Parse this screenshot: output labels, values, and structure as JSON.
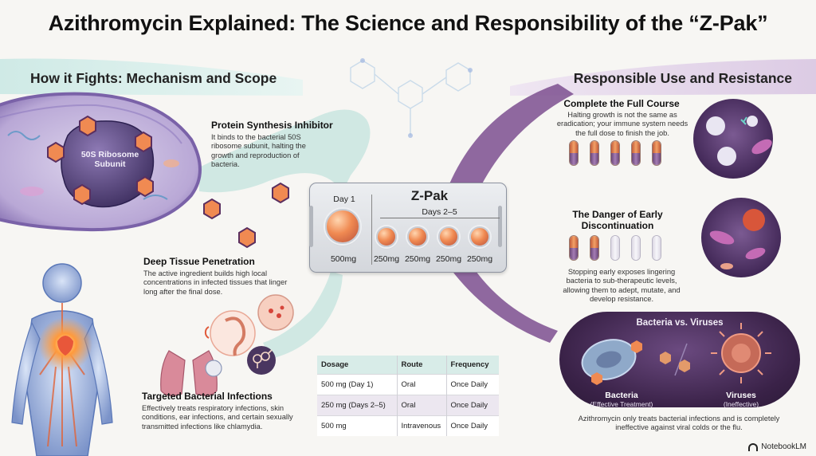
{
  "title": "Azithromycin Explained: The Science and Responsibility of the “Z-Pak”",
  "left_section": {
    "title": "How it Fights: Mechanism and Scope",
    "ribosome_label": "50S Ribosome Subunit",
    "protein": {
      "heading": "Protein Synthesis Inhibitor",
      "body": "It binds to the bacterial 50S ribosome subunit, halting the growth and reproduction of bacteria."
    },
    "penetration": {
      "heading": "Deep Tissue Penetration",
      "body": "The active ingredient builds high local concentrations in infected tissues that linger long after the final dose."
    },
    "infections": {
      "heading": "Targeted Bacterial Infections",
      "body": "Effectively treats respiratory infections, skin conditions, ear infections, and certain sexually transmitted infections like chlamydia."
    }
  },
  "zpak": {
    "title": "Z-Pak",
    "day1_label": "Day 1",
    "day1_dose": "500mg",
    "days_label": "Days 2–5",
    "doses": [
      "250mg",
      "250mg",
      "250mg",
      "250mg"
    ]
  },
  "dosage_table": {
    "headers": [
      "Dosage",
      "Route",
      "Frequency"
    ],
    "rows": [
      [
        "500 mg (Day 1)",
        "Oral",
        "Once Daily"
      ],
      [
        "250 mg (Days 2–5)",
        "Oral",
        "Once Daily"
      ],
      [
        "500 mg",
        "Intravenous",
        "Once Daily"
      ]
    ]
  },
  "right_section": {
    "title": "Responsible Use and Resistance",
    "full_course": {
      "heading": "Complete the Full Course",
      "body": "Halting growth is not the same as eradication; your immune system needs the full dose to finish the job."
    },
    "early": {
      "heading": "The Danger of Early Discontinuation",
      "body": "Stopping early exposes lingering bacteria to sub-therapeutic levels, allowing them to adept, mutate, and develop resistance."
    },
    "bvv": {
      "title": "Bacteria vs. Viruses",
      "bacteria": "Bacteria",
      "bacteria_sub": "(Effective Treatment)",
      "viruses": "Viruses",
      "viruses_sub": "(Ineffective)",
      "caption": "Azithromycin only treats bacterial infections and is completely ineffective against viral colds or the flu."
    }
  },
  "footer": {
    "brand": "NotebookLM"
  },
  "colors": {
    "teal": "#a9d9d2",
    "purple": "#7c4f8f",
    "pill_orange": "#f08a52"
  },
  "icons": [
    "bacterium-cell-icon",
    "ribosome-icon",
    "molecule-icon",
    "human-body-icon",
    "lungs-icon",
    "ear-icon",
    "skin-icon",
    "gender-symbols-icon",
    "capsule-icon",
    "immune-cell-icon",
    "virus-icon",
    "notebooklm-logo-icon"
  ]
}
